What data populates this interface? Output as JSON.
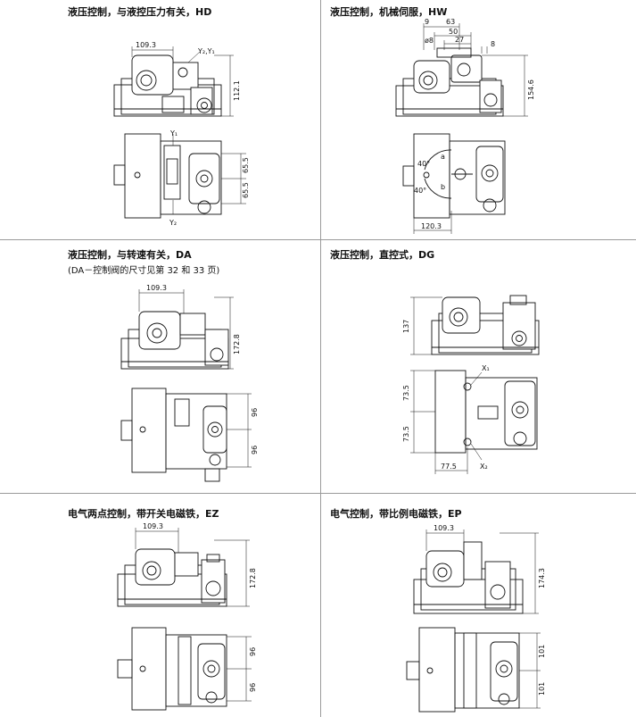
{
  "panels": {
    "hd": {
      "title": "液压控制，与液控压力有关，HD",
      "dims": {
        "width_top": "109.3",
        "y2y1": "Y₂,Y₁",
        "height": "112.1",
        "y1": "Y₁",
        "y2": "Y₂",
        "d1": "65.5",
        "d2": "65.5"
      }
    },
    "hw": {
      "title": "液压控制，机械伺服，HW",
      "dims": {
        "d9": "9",
        "d63": "63",
        "d50": "50",
        "d27": "27",
        "phi8": "ø8",
        "d8": "8",
        "height": "154.6",
        "angle1": "40°",
        "angle2": "40°",
        "a": "a",
        "b": "b",
        "width": "120.3"
      }
    },
    "da": {
      "title": "液压控制，与转速有关，DA",
      "subtitle": "(DA－控制阀的尺寸见第 32 和 33 页)",
      "dims": {
        "width_top": "109.3",
        "height": "172.8",
        "d1": "96",
        "d2": "96"
      }
    },
    "dg": {
      "title": "液压控制，直控式，DG",
      "dims": {
        "height": "137",
        "x1": "X₁",
        "x2": "X₂",
        "d1": "73.5",
        "d2": "73.5",
        "width": "77.5"
      }
    },
    "ez": {
      "title": "电气两点控制，带开关电磁铁，EZ",
      "dims": {
        "width_top": "109.3",
        "height": "172.8",
        "d1": "96",
        "d2": "96"
      }
    },
    "ep": {
      "title": "电气控制，带比例电磁铁，EP",
      "dims": {
        "width_top": "109.3",
        "height": "174.3",
        "d1": "101",
        "d2": "101"
      }
    }
  }
}
